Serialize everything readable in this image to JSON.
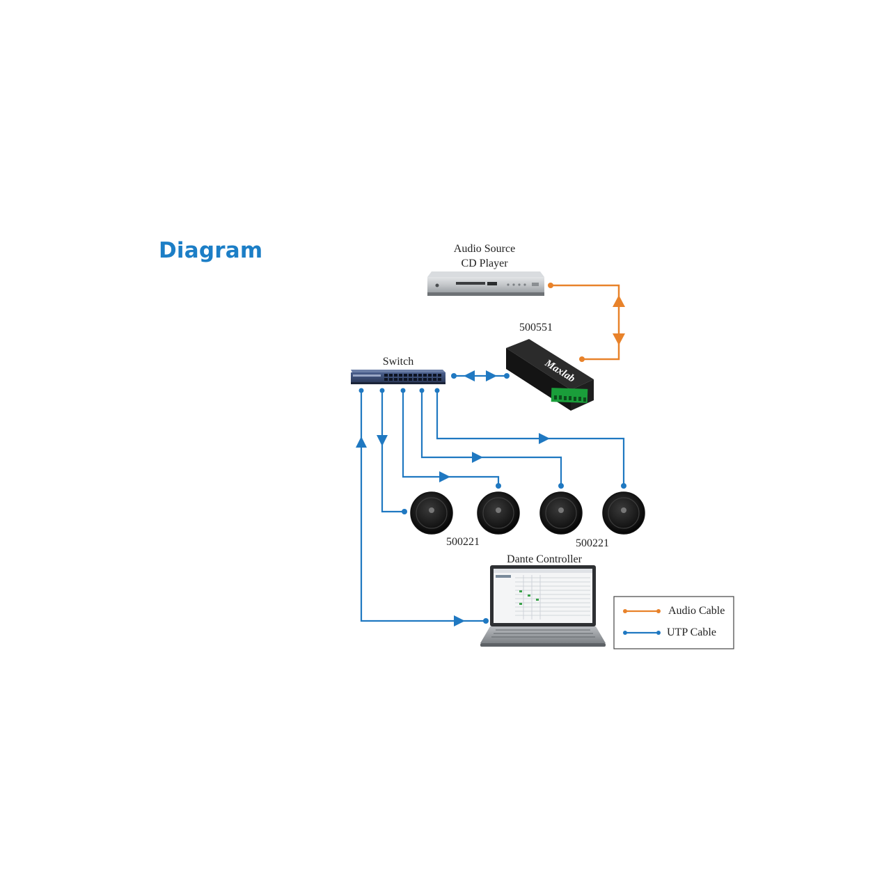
{
  "page": {
    "heading": "Diagram"
  },
  "diagram": {
    "labels": {
      "audio_source_line1": "Audio Source",
      "audio_source_line2": "CD Player",
      "converter_model": "500551",
      "converter_brand": "Maxlab",
      "switch": "Switch",
      "speaker_model_left": "500221",
      "speaker_model_right": "500221",
      "controller": "Dante Controller"
    },
    "legend": [
      {
        "label": "Audio Cable",
        "color": "#e8822a"
      },
      {
        "label": "UTP Cable",
        "color": "#1f78c1"
      }
    ],
    "colors": {
      "audio_cable": "#e8822a",
      "utp_cable": "#1f78c1",
      "heading": "#1c7ec6"
    },
    "icons": [
      "cd-player",
      "audio-converter",
      "network-switch",
      "ceiling-speaker",
      "laptop"
    ]
  }
}
